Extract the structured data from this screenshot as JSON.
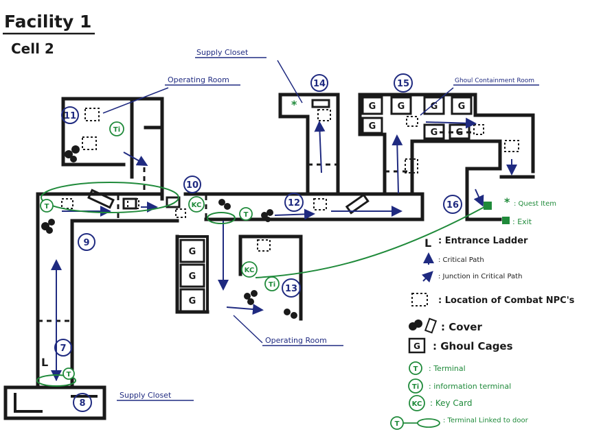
{
  "title": "Facility 1",
  "subtitle": "Cell 2",
  "colors": {
    "ink": "#1a1a1a",
    "blue": "#1f2a80",
    "green": "#1f8a3a",
    "paper": "#ffffff"
  },
  "labels": {
    "supply_closet_top": "Supply Closet",
    "operating_room_top": "Operating Room",
    "ghoul_containment": "Ghoul Containment Room",
    "operating_room_bottom": "Operating Room",
    "supply_closet_bottom": "Supply Closet"
  },
  "cell_numbers": [
    "7",
    "8",
    "9",
    "10",
    "11",
    "12",
    "13",
    "14",
    "15",
    "16"
  ],
  "markers": {
    "terminal": "T",
    "info_terminal": "Ti",
    "key_card": "KC",
    "cage": "G",
    "ladder": "L",
    "quest_item": "*"
  },
  "legend": {
    "entrance_ladder": ": Entrance Ladder",
    "critical_path": ": Critical Path",
    "junction": ": Junction in Critical Path",
    "combat_npcs": ": Location of Combat NPC's",
    "cover": ": Cover",
    "ghoul_cages": ": Ghoul Cages",
    "terminal": ": Terminal",
    "info_terminal": ": information terminal",
    "key_card": ": Key Card",
    "terminal_linked": ": Terminal Linked to door",
    "quest_item": ": Quest Item",
    "exit": ": Exit"
  }
}
